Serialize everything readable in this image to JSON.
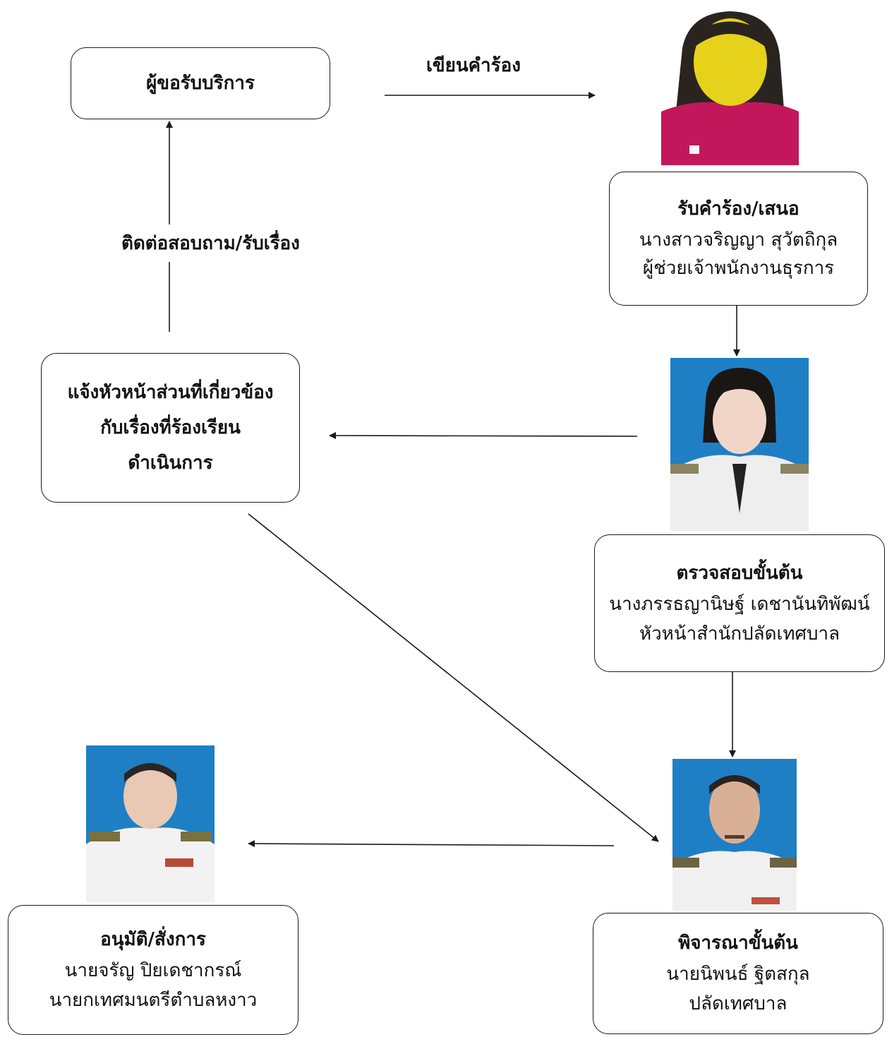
{
  "requester": {
    "title": "ผู้ขอรับบริการ"
  },
  "edge_write": "เขียนคำร้อง",
  "edge_contact": "ติดต่อสอบถาม/รับเรื่อง",
  "receive": {
    "title": "รับคำร้อง/เสนอ",
    "name": "นางสาวจริญญา สุวัตถิกุล",
    "position": "ผู้ช่วยเจ้าพนักงานธุรการ"
  },
  "notify": {
    "line1": "แจ้งหัวหน้าส่วนที่เกี่ยวข้อง",
    "line2": "กับเรื่องที่ร้องเรียน",
    "line3": "ดำเนินการ"
  },
  "check": {
    "title": "ตรวจสอบขั้นต้น",
    "name": "นางภรรธญานิษฐ์ เดชานันทิพัฒน์",
    "position": "หัวหน้าสำนักปลัดเทศบาล"
  },
  "consider": {
    "title": "พิจารณาขั้นต้น",
    "name": "นายนิพนธ์ ฐิตสกุล",
    "position": "ปลัดเทศบาล"
  },
  "approve": {
    "title": "อนุมัติ/สั่งการ",
    "name": "นายจรัญ ปิยเดชากรณ์",
    "position": "นายกเทศมนตรีตำบลหงาว"
  },
  "colors": {
    "line": "#1a1a1a",
    "photo_bg_blue": "#1f7fc4",
    "photo_bg_magenta": "#c2185b",
    "face_yellow": "#e6d21a"
  }
}
